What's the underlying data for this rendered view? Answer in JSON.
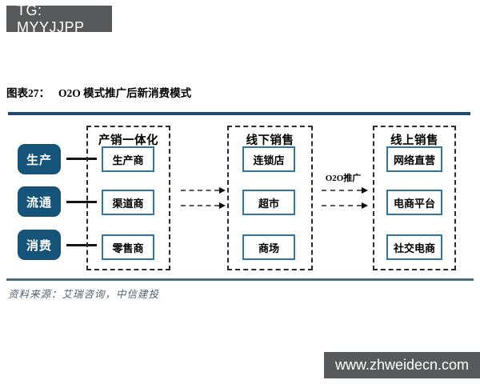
{
  "header": {
    "tg_badge": "TG: MYYJJPP"
  },
  "figure": {
    "title_prefix": "图表27：",
    "title": "O2O 模式推广后新消费模式",
    "source": "资料来源：艾瑞咨询，中信建投"
  },
  "diagram": {
    "left_nodes": [
      "生产",
      "流通",
      "消费"
    ],
    "groups": [
      {
        "title": "产销一体化",
        "items": [
          "生产商",
          "渠道商",
          "零售商"
        ]
      },
      {
        "title": "线下销售",
        "items": [
          "连锁店",
          "超市",
          "商场"
        ]
      },
      {
        "title": "线上销售",
        "items": [
          "网络直营",
          "电商平台",
          "社交电商"
        ]
      }
    ],
    "arrow_label": "O2O推广"
  },
  "footer": {
    "website": "www.zhweidecn.com"
  },
  "colors": {
    "node_fill": "#165379",
    "inner_box_border": "#2E75A4",
    "top_rule": "#1E4B74",
    "bottom_rule": "#46707E",
    "badge_bg": "#58595B",
    "source_text": "#4F6272"
  }
}
